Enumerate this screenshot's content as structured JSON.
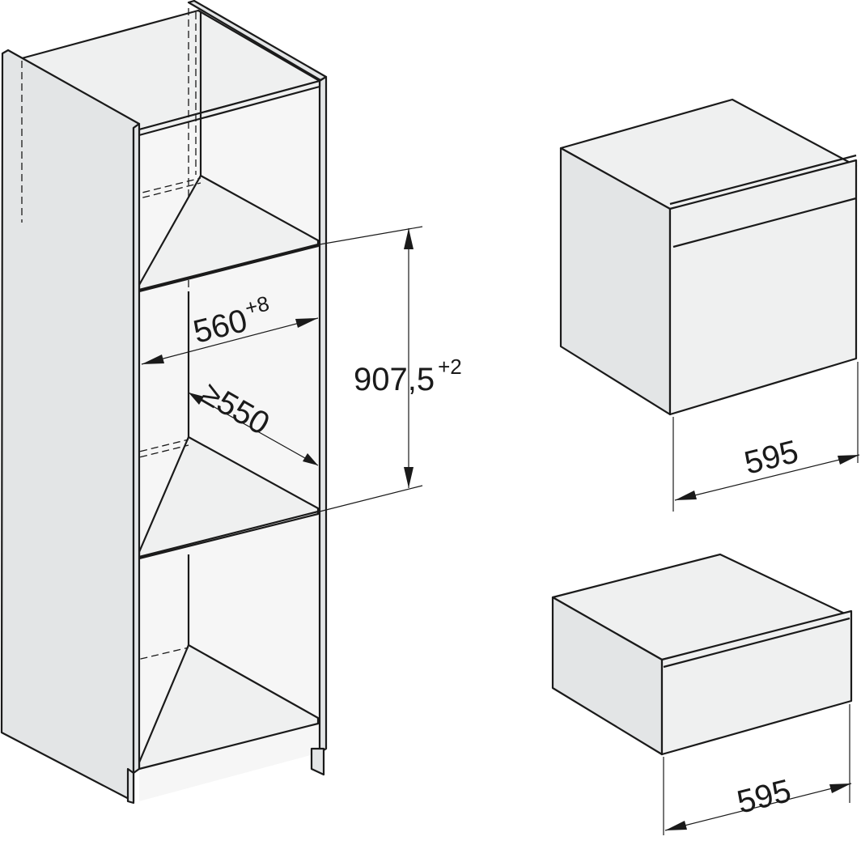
{
  "diagram": {
    "cabinet": {
      "width_label": "560",
      "width_tolerance": "+8",
      "depth_label": "≥550",
      "height_label": "907,5",
      "height_tolerance": "+2"
    },
    "oven": {
      "width_label": "595"
    },
    "drawer": {
      "width_label": "595"
    },
    "colors": {
      "line": "#1a1a1a",
      "panel": "#e3e5e6",
      "surface": "#eff0f0"
    }
  }
}
